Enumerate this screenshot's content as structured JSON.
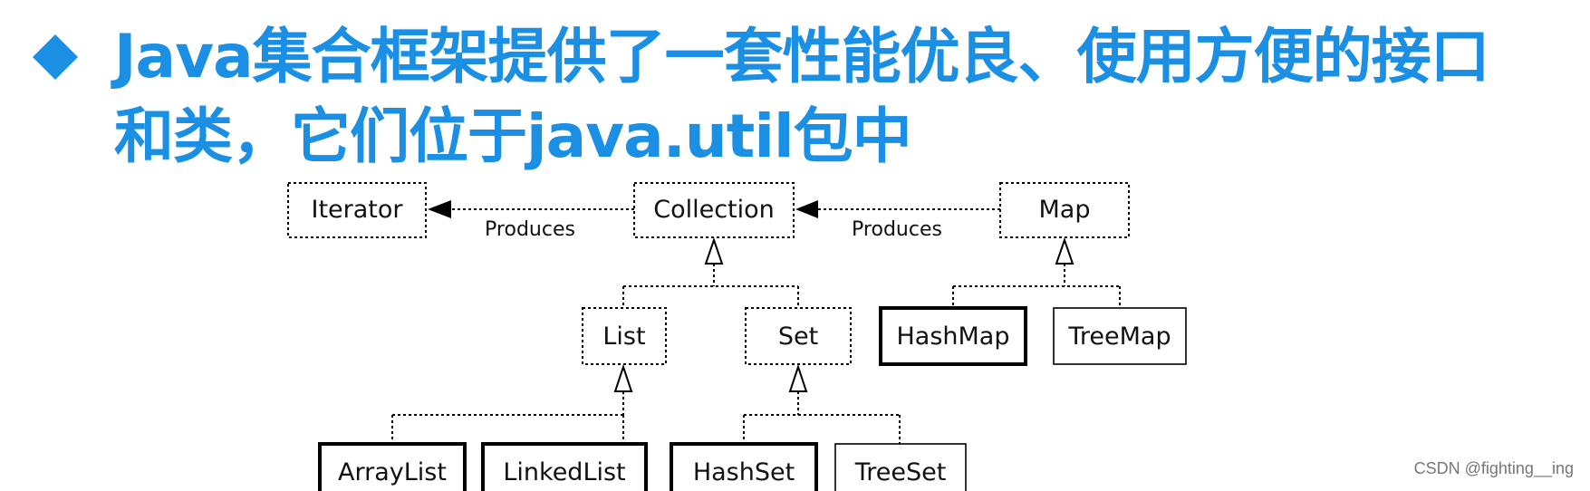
{
  "heading": {
    "line1": "Java集合框架提供了一套性能优良、使用方便的接口",
    "line2": "和类，它们位于java.util包中"
  },
  "diagram": {
    "nodes": {
      "iterator": "Iterator",
      "collection": "Collection",
      "map": "Map",
      "list": "List",
      "set": "Set",
      "hashmap": "HashMap",
      "treemap": "TreeMap",
      "arraylist": "ArrayList",
      "linkedlist": "LinkedList",
      "hashset": "HashSet",
      "treeset": "TreeSet"
    },
    "edge_labels": {
      "collection_to_iterator": "Produces",
      "map_to_collection": "Produces"
    }
  },
  "watermark": "CSDN @fighting__ing",
  "colors": {
    "heading": "#1a8fe3"
  }
}
